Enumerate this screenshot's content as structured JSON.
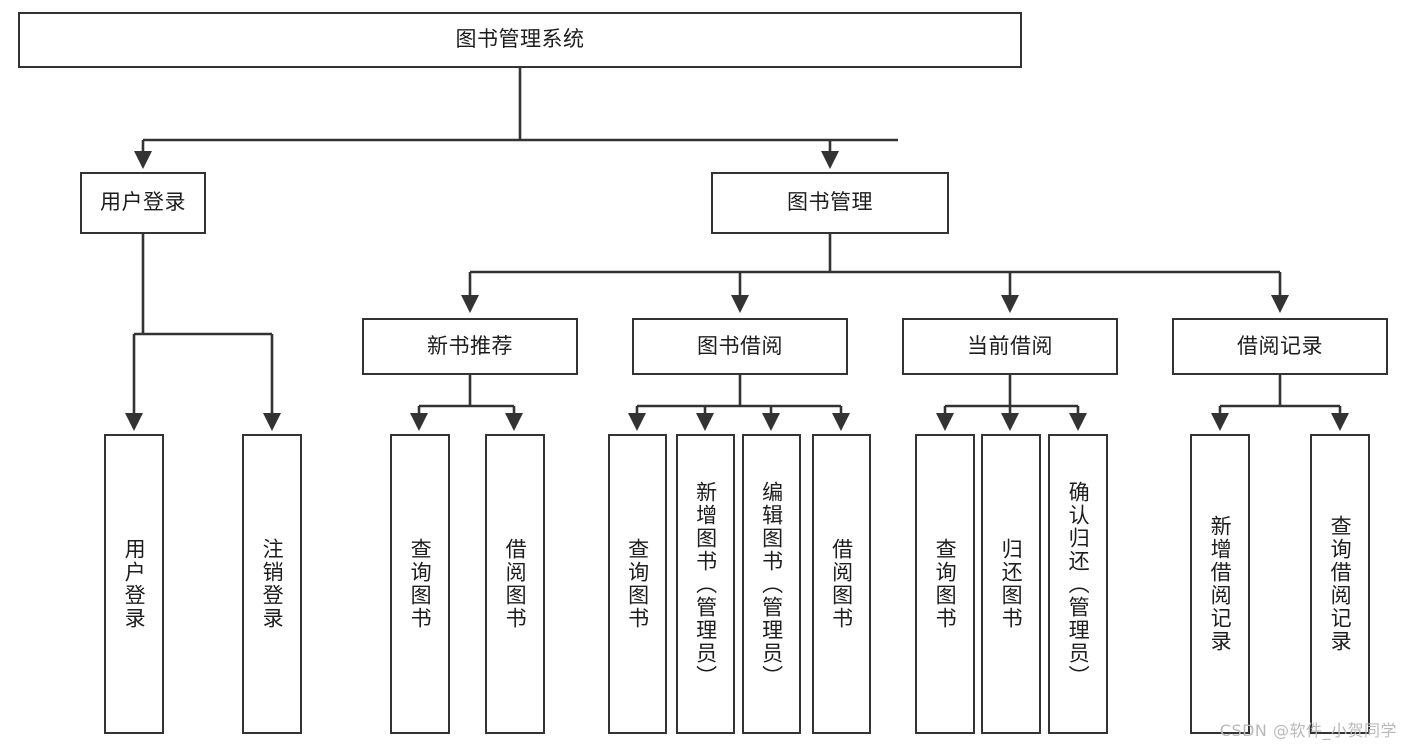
{
  "diagram": {
    "type": "tree",
    "title": "图书管理系统",
    "root": {
      "label": "图书管理系统"
    },
    "level2": [
      {
        "label": "用户登录"
      },
      {
        "label": "图书管理"
      }
    ],
    "level3": [
      {
        "label": "新书推荐"
      },
      {
        "label": "图书借阅"
      },
      {
        "label": "当前借阅"
      },
      {
        "label": "借阅记录"
      }
    ],
    "leaves": [
      {
        "label": "用户登录"
      },
      {
        "label": "注销登录"
      },
      {
        "label": "查询图书"
      },
      {
        "label": "借阅图书"
      },
      {
        "label": "查询图书"
      },
      {
        "label": "新增图书（管理员）"
      },
      {
        "label": "编辑图书（管理员）"
      },
      {
        "label": "借阅图书"
      },
      {
        "label": "查询图书"
      },
      {
        "label": "归还图书"
      },
      {
        "label": "确认归还（管理员）"
      },
      {
        "label": "新增借阅记录"
      },
      {
        "label": "查询借阅记录"
      }
    ]
  },
  "watermark": {
    "text": "CSDN @软件_小贺同学"
  },
  "colors": {
    "stroke": "#333333",
    "box_fill": "#ffffff",
    "text": "#1d1d1d",
    "watermark": "#b9b9b9",
    "background": "#ffffff"
  }
}
